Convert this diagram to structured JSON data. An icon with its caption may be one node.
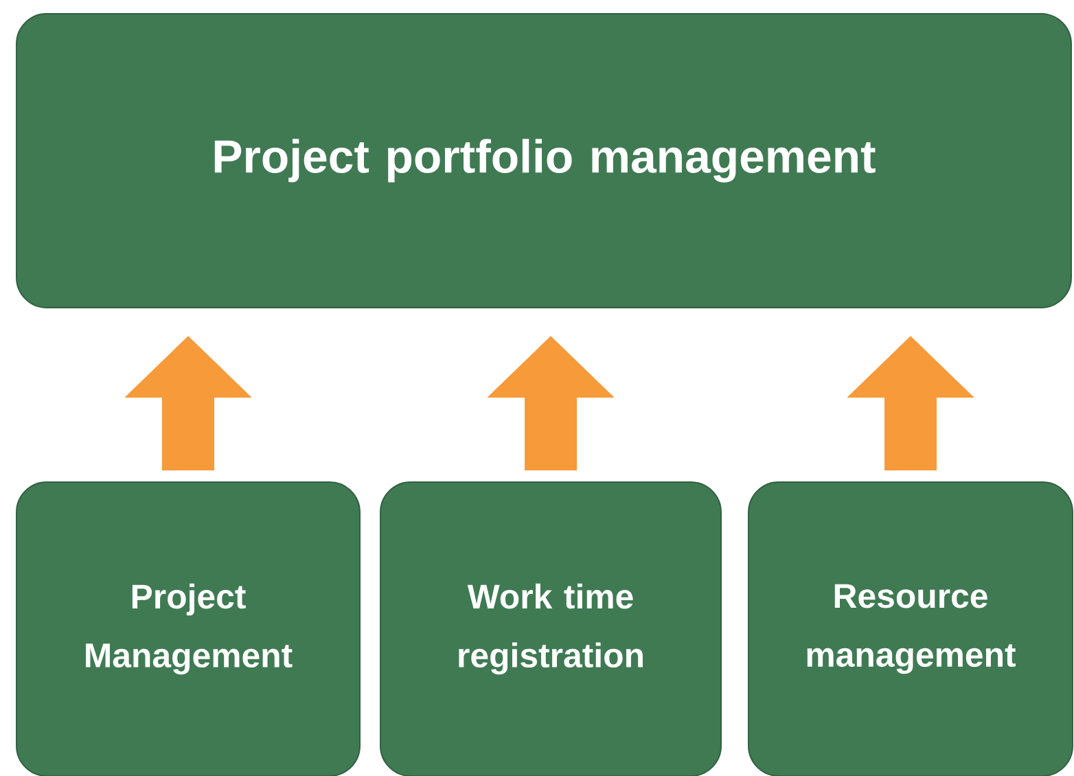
{
  "diagram": {
    "nodes": [
      {
        "text": [
          "Project portfolio management"
        ]
      },
      {
        "text": [
          "Project Management"
        ]
      },
      {
        "text": [
          "Work time registration"
        ]
      },
      {
        "text": [
          "Resource management"
        ]
      }
    ],
    "edges": [
      {
        "from": 1,
        "to": 0,
        "arrow": "to"
      },
      {
        "from": 2,
        "to": 0,
        "arrow": "to"
      },
      {
        "from": 3,
        "to": 0,
        "arrow": "to"
      }
    ]
  }
}
